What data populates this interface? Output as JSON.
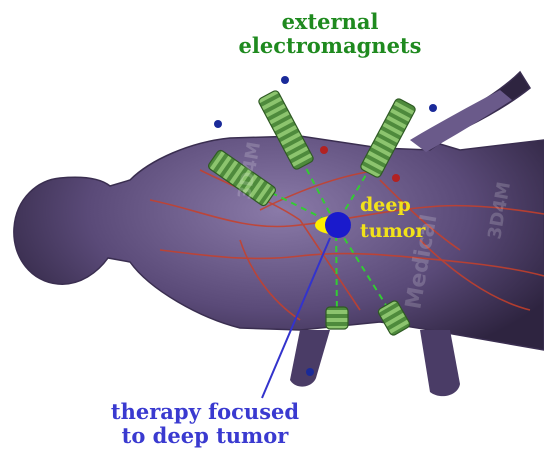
{
  "labels": {
    "external": [
      "external",
      "electromagnets"
    ],
    "deep_tumor": [
      "deep",
      "tumor"
    ],
    "therapy": [
      "therapy focused",
      "to deep tumor"
    ]
  },
  "colors": {
    "external_label": "#1f8a1f",
    "deep_label": "#f2e21a",
    "therapy_label": "#3a3ad0",
    "magnet_coil": "#5e9a4a",
    "field_line": "#33cc33",
    "tumor": "#1a1acc",
    "tumor_halo": "#ffee00",
    "pointer_line": "#3333cc",
    "body_fill": "#5a4a78",
    "vessel": "#c8402a"
  },
  "icons": [
    "electromagnet-coil-icon",
    "tumor-target-icon",
    "anatomy-body-icon"
  ]
}
